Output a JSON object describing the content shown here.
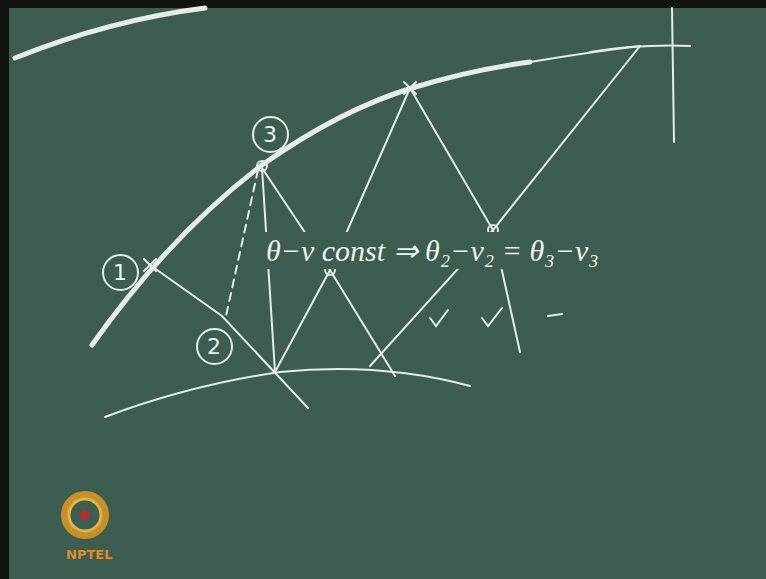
{
  "diagram": {
    "nodes": [
      {
        "text": [
          "1"
        ]
      },
      {
        "text": [
          "2"
        ]
      },
      {
        "text": [
          "3"
        ]
      }
    ],
    "labels": [
      "θ−ν const ⇒ θ₂−ν₂ = θ₃−ν₃",
      "NPTEL"
    ]
  }
}
